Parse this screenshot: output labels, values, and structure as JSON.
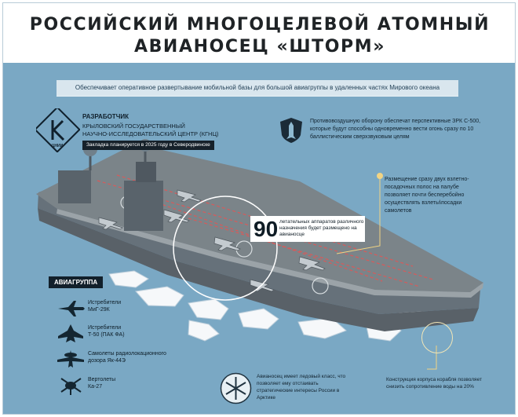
{
  "header": {
    "title_line1": "РОССИЙСКИЙ МНОГОЦЕЛЕВОЙ АТОМНЫЙ",
    "title_line2": "АВИАНОСЕЦ «ШТОРМ»"
  },
  "mission": "Обеспечивает оперативное развертывание мобильной базы для большой авиагруппы в удаленных частях Мирового океана",
  "developer": {
    "role": "РАЗРАБОТЧИК",
    "name": "КРЫЛОВСКИЙ ГОСУДАРСТВЕННЫЙ\nНАУЧНО-ИССЛЕДОВАТЕЛЬСКИЙ ЦЕНТР (КГНЦ)",
    "note": "Закладка планируется в 2025 году в Северодвинске",
    "logo_text": "ЦНИИ"
  },
  "defense_text": "Противовоздушную оборону обеспечат перспективные ЗРК С-500, которые будут способны одновременно вести огонь сразу по 10 баллистическим сверхзвуковым целям",
  "runway_text": "Размещение сразу двух взлетно-посадочных полос на палубе позволяет почти бесперебойно осуществлять взлеты\\посадки самолетов",
  "aircraft_count": {
    "number": "90",
    "text": "летательных аппаратов различного назначения будет размещено на авианосце"
  },
  "airgroup": {
    "label": "АВИАГРУППА",
    "items": [
      {
        "name": "Истребители\nМиГ-29К",
        "icon": "fighter-jet-icon"
      },
      {
        "name": "Истребители\nТ-50 (ПАК ФА)",
        "icon": "stealth-fighter-icon"
      },
      {
        "name": "Самолеты радиолокационного\nдозора Як-44Э",
        "icon": "awacs-plane-icon"
      },
      {
        "name": "Вертолеты\nКа-27",
        "icon": "helicopter-icon"
      }
    ]
  },
  "ice_text": "Авианосец имеет ледовый класс, что позволяет ему отстаивать стратегические интересы России в Арктике",
  "hull_text": "Конструкция корпуса корабля позволяет снизить сопротивление воды на 20%",
  "colors": {
    "sea": "#7aa8c4",
    "hull": "#66717a",
    "deck": "#7b8489",
    "deck_line": "#d85a5a",
    "accent": "#f2d483",
    "dark": "#12202b"
  }
}
